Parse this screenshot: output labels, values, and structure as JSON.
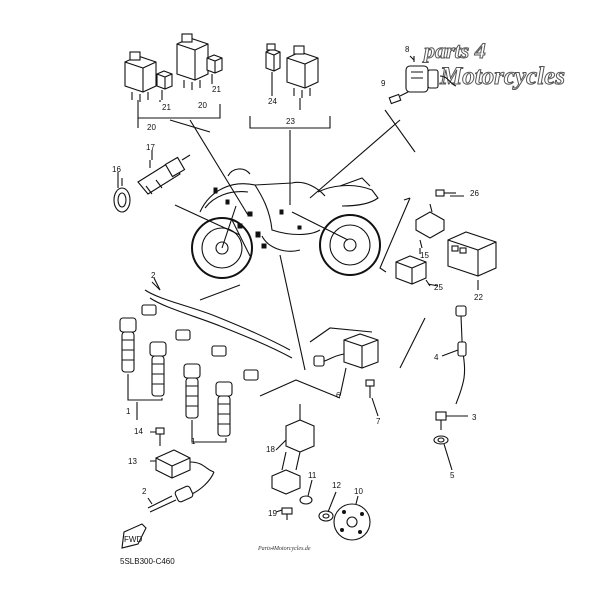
{
  "watermark": {
    "line1": "parts 4",
    "line2": "Motorcycles",
    "small": "Parts4Motorcycles.de"
  },
  "diagram_code": "5SLB300-C460",
  "fwd_label": "FWD",
  "callouts": [
    {
      "id": "c20a",
      "text": "20"
    },
    {
      "id": "c21a",
      "text": "21"
    },
    {
      "id": "c20b",
      "text": "20"
    },
    {
      "id": "c21b",
      "text": "21"
    },
    {
      "id": "c24",
      "text": "24"
    },
    {
      "id": "c23",
      "text": "23"
    },
    {
      "id": "c8",
      "text": "8"
    },
    {
      "id": "c9",
      "text": "9"
    },
    {
      "id": "c16",
      "text": "16"
    },
    {
      "id": "c17",
      "text": "17"
    },
    {
      "id": "c26",
      "text": "26"
    },
    {
      "id": "c15",
      "text": "15"
    },
    {
      "id": "c25",
      "text": "25"
    },
    {
      "id": "c22",
      "text": "22"
    },
    {
      "id": "c2a",
      "text": "2"
    },
    {
      "id": "c1a",
      "text": "1"
    },
    {
      "id": "c1b",
      "text": "1"
    },
    {
      "id": "c14",
      "text": "14"
    },
    {
      "id": "c13",
      "text": "13"
    },
    {
      "id": "c2b",
      "text": "2"
    },
    {
      "id": "c6",
      "text": "6"
    },
    {
      "id": "c7",
      "text": "7"
    },
    {
      "id": "c4",
      "text": "4"
    },
    {
      "id": "c3",
      "text": "3"
    },
    {
      "id": "c5",
      "text": "5"
    },
    {
      "id": "c18",
      "text": "18"
    },
    {
      "id": "c11",
      "text": "11"
    },
    {
      "id": "c12",
      "text": "12"
    },
    {
      "id": "c10",
      "text": "10"
    },
    {
      "id": "c19",
      "text": "19"
    }
  ]
}
